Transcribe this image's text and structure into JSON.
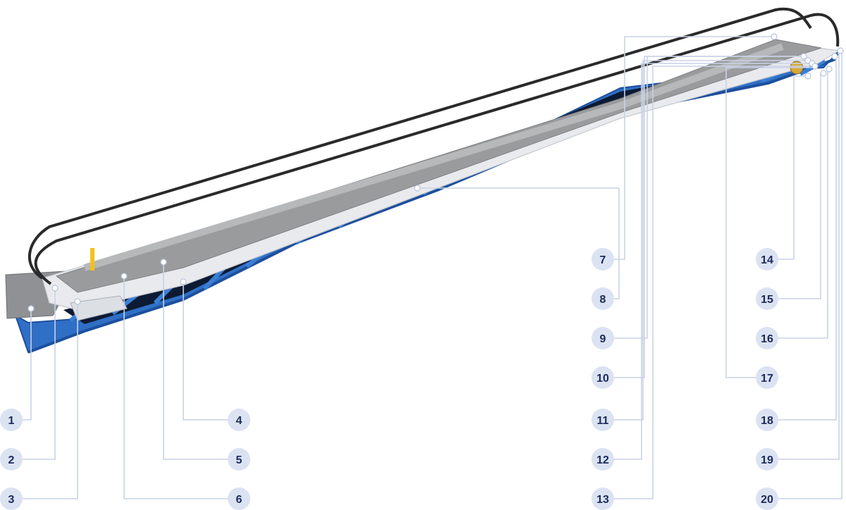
{
  "diagram": {
    "colors": {
      "truss": "#2f6fc6",
      "truss_dark": "#1d4f9c",
      "balustrade": "#e8eaee",
      "steps": "#9a9b9c",
      "handrail": "#2a2a2a",
      "badge_fill": "#dbe3f2",
      "badge_text": "#1b2a5c",
      "leader": "#c9d2e6",
      "accent_yellow": "#f2c21b"
    },
    "callouts": [
      {
        "id": "1",
        "label": "1"
      },
      {
        "id": "2",
        "label": "2"
      },
      {
        "id": "3",
        "label": "3"
      },
      {
        "id": "4",
        "label": "4"
      },
      {
        "id": "5",
        "label": "5"
      },
      {
        "id": "6",
        "label": "6"
      },
      {
        "id": "7",
        "label": "7"
      },
      {
        "id": "8",
        "label": "8"
      },
      {
        "id": "9",
        "label": "9"
      },
      {
        "id": "10",
        "label": "10"
      },
      {
        "id": "11",
        "label": "11"
      },
      {
        "id": "12",
        "label": "12"
      },
      {
        "id": "13",
        "label": "13"
      },
      {
        "id": "14",
        "label": "14"
      },
      {
        "id": "15",
        "label": "15"
      },
      {
        "id": "16",
        "label": "16"
      },
      {
        "id": "17",
        "label": "17"
      },
      {
        "id": "18",
        "label": "18"
      },
      {
        "id": "19",
        "label": "19"
      },
      {
        "id": "20",
        "label": "20"
      }
    ]
  }
}
